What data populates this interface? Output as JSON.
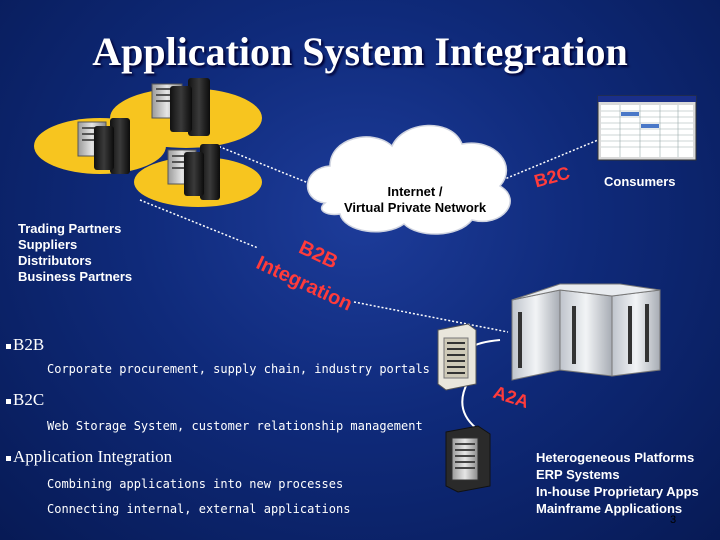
{
  "title": "Application System Integration",
  "partners": {
    "lines": [
      "Trading Partners",
      "Suppliers",
      "Distributors",
      "Business Partners"
    ]
  },
  "cloud": {
    "line1": "Internet /",
    "line2": "Virtual Private Network"
  },
  "consumers_label": "Consumers",
  "tags": {
    "b2c": "B2C",
    "b2b": "B2B",
    "integration": "Integration",
    "a2a": "A2A"
  },
  "bullets": [
    {
      "head": "B2B",
      "subs": [
        "Corporate procurement, supply chain, industry portals"
      ]
    },
    {
      "head": "B2C",
      "subs": [
        "Web Storage System, customer relationship management"
      ]
    },
    {
      "head": "Application Integration",
      "subs": [
        "Combining applications into new processes",
        "Connecting internal, external applications"
      ]
    }
  ],
  "platforms": {
    "lines": [
      "Heterogeneous Platforms",
      "ERP Systems",
      "In-house Proprietary Apps",
      "Mainframe Applications"
    ]
  },
  "page_number": "3",
  "colors": {
    "background": "#0f2a7a",
    "ellipse": "#f7c51f",
    "tag_red": "#ff3b3b",
    "cloud": "#ffffff"
  },
  "icons": [
    "server-tower-icon",
    "spreadsheet-window-icon",
    "mainframe-icon",
    "storage-array-icon",
    "workstation-server-icon"
  ]
}
